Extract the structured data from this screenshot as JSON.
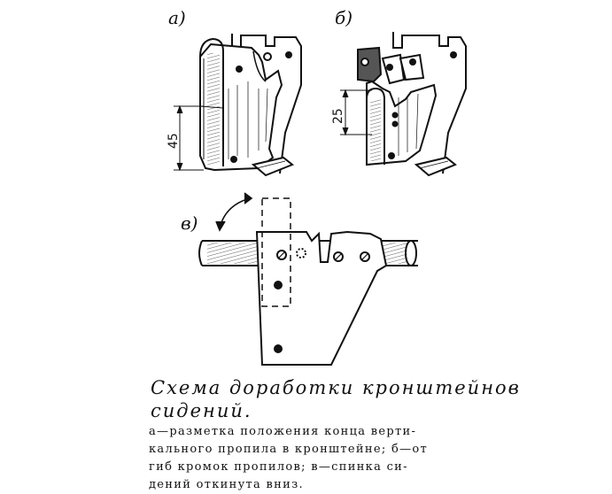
{
  "panels": {
    "a_label": "а)",
    "b_label": "б)",
    "c_label": "в)"
  },
  "dimensions": {
    "a_value": "45",
    "b_value": "25"
  },
  "title": {
    "line1": "Схема доработки кронштейнов",
    "line2": "сидений."
  },
  "caption": {
    "line1": "а—разметка положения конца верти-",
    "line2": "кального пропила в кронштейне; б—от",
    "line3": "гиб кромок пропилов; в—спинка си-",
    "line4": "дений откинута вниз."
  },
  "colors": {
    "ink": "#111111",
    "paper": "#ffffff"
  }
}
